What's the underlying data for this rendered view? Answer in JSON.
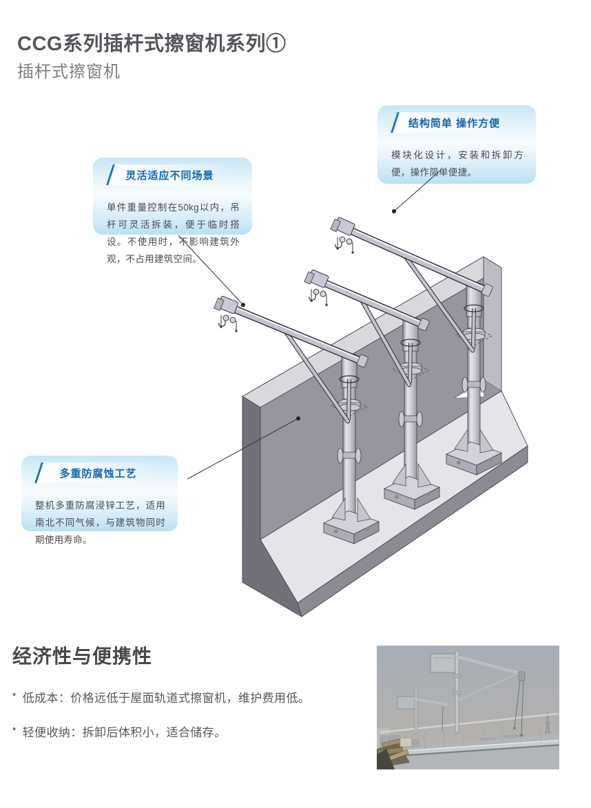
{
  "page": {
    "title": "CCG系列插杆式擦窗机系列①",
    "subtitle": "插杆式擦窗机"
  },
  "callouts": [
    {
      "title": "结构简单 操作方便",
      "body": "模块化设计，安装和拆卸方便，操作简单便捷。"
    },
    {
      "title": "灵活适应不同场景",
      "body": "单件重量控制在50kg以内，吊杆可灵活拆装，便于临时搭设。不使用时，不影响建筑外观，不占用建筑空间。"
    },
    {
      "title": "多重防腐蚀工艺",
      "body": "整机多重防腐浸锌工艺，适用南北不同气候，与建筑物同时期使用寿命。"
    }
  ],
  "economy": {
    "heading": "经济性与便携性",
    "marker": "•",
    "bullets": [
      "低成本：价格远低于屋面轨道式擦窗机，维护费用低。",
      "轻便收纳：拆卸后体积小，适合储存。"
    ]
  },
  "illustration": {
    "alt": "三台插杆式擦窗机屋面安装示意图"
  },
  "photo": {
    "alt": "插杆式擦窗机屋面安装实景照片"
  },
  "colors": {
    "accent_blue": "#1566ae",
    "callout_blue_top": "#c7e6f6",
    "callout_blue_bottom": "#b9e0f3",
    "title_gray": "#54565b",
    "subtitle_gray": "#7d7e82",
    "body_gray": "#4a4b50"
  }
}
